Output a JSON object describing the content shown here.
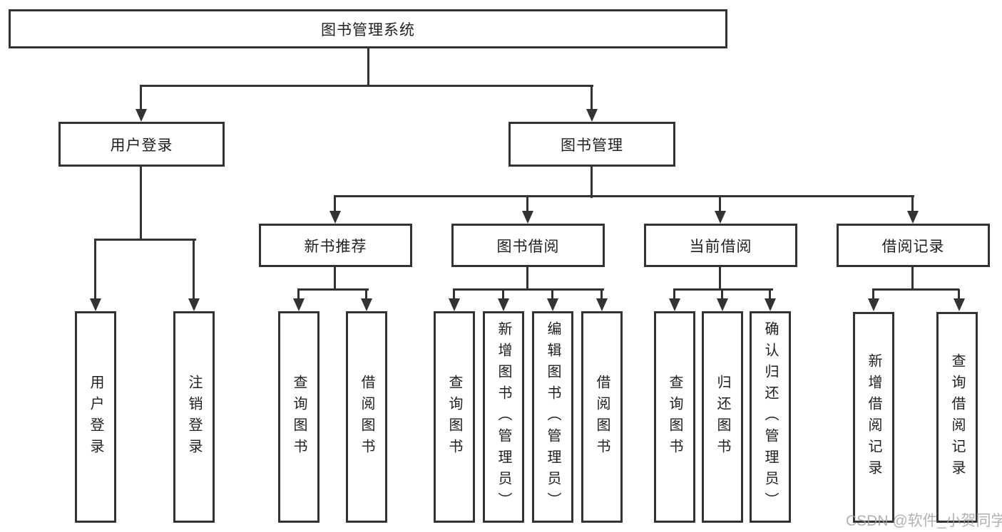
{
  "diagram": {
    "root": {
      "label": "图书管理系统"
    },
    "level2": [
      {
        "label": "用户登录"
      },
      {
        "label": "图书管理"
      }
    ],
    "login_children": [
      "用户登录",
      "注销登录"
    ],
    "level3": [
      {
        "label": "新书推荐",
        "children": [
          "查询图书",
          "借阅图书"
        ]
      },
      {
        "label": "图书借阅",
        "children": [
          "查询图书",
          "新增图书（管理员）",
          "编辑图书（管理员）",
          "借阅图书"
        ]
      },
      {
        "label": "当前借阅",
        "children": [
          "查询图书",
          "归还图书",
          "确认归还（管理员）"
        ]
      },
      {
        "label": "借阅记录",
        "children": [
          "新增借阅记录",
          "查询借阅记录"
        ]
      }
    ]
  },
  "watermark": "CSDN @软件_小贺同学",
  "colors": {
    "line": "#333333",
    "text": "#1f1f1f",
    "watermark": "#9e9e9e",
    "background": "#ffffff"
  }
}
